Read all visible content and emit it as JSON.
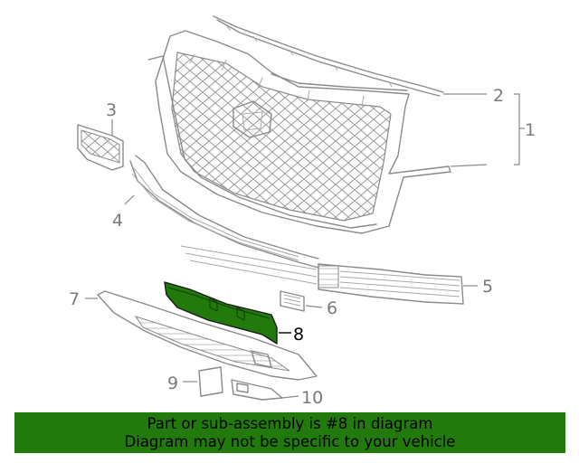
{
  "diagram": {
    "callouts": [
      {
        "id": "1",
        "label": "1"
      },
      {
        "id": "2",
        "label": "2"
      },
      {
        "id": "3",
        "label": "3"
      },
      {
        "id": "4",
        "label": "4"
      },
      {
        "id": "5",
        "label": "5"
      },
      {
        "id": "6",
        "label": "6"
      },
      {
        "id": "7",
        "label": "7"
      },
      {
        "id": "8",
        "label": "8"
      },
      {
        "id": "9",
        "label": "9"
      },
      {
        "id": "10",
        "label": "10"
      }
    ],
    "highlighted_part": "8",
    "highlight_color": "#237a0c",
    "line_color": "#8a8a8a"
  },
  "banner": {
    "line1": "Part or sub-assembly is #8 in diagram",
    "line2": "Diagram may not be specific to your vehicle",
    "background": "#237a0c"
  }
}
